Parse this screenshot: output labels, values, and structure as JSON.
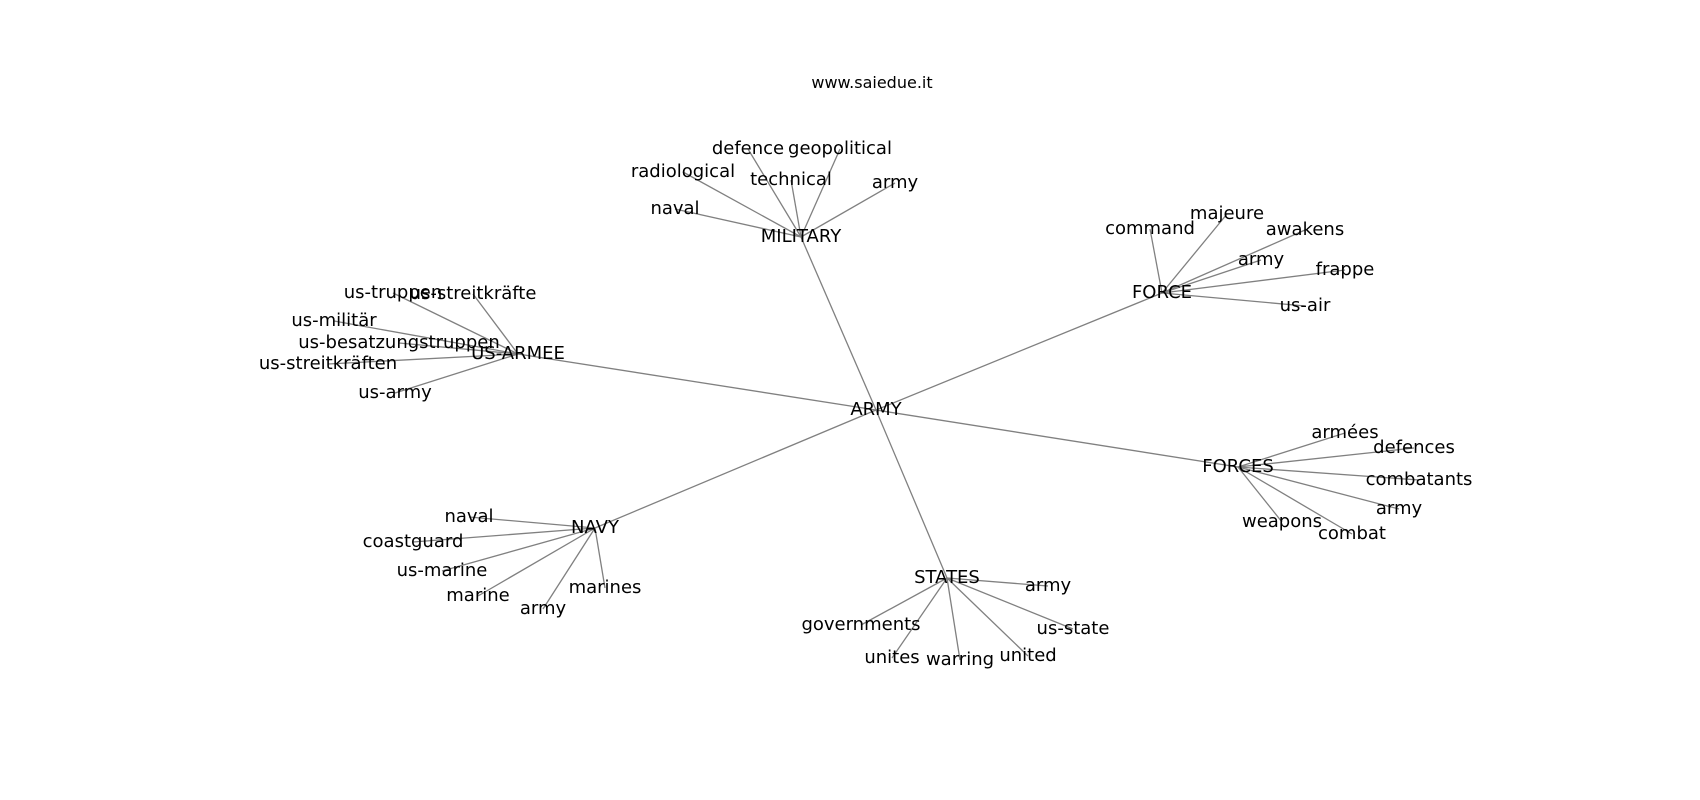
{
  "watermark": "www.saiedue.it",
  "graph": {
    "root": "ARMY",
    "hubs": [
      {
        "id": "military",
        "label": "MILITARY",
        "leaves": [
          "defence",
          "geopolitical",
          "radiological",
          "technical",
          "army",
          "naval"
        ]
      },
      {
        "id": "force",
        "label": "FORCE",
        "leaves": [
          "command",
          "majeure",
          "awakens",
          "army",
          "frappe",
          "us-air"
        ]
      },
      {
        "id": "us-armee",
        "label": "US-ARMEE",
        "leaves": [
          "us-truppen",
          "us-streitkräfte",
          "us-militär",
          "us-besatzungstruppen",
          "us-streitkräften",
          "us-army"
        ]
      },
      {
        "id": "forces",
        "label": "FORCES",
        "leaves": [
          "armées",
          "defences",
          "combatants",
          "army",
          "weapons",
          "combat"
        ]
      },
      {
        "id": "navy",
        "label": "NAVY",
        "leaves": [
          "naval",
          "coastguard",
          "us-marine",
          "marine",
          "army",
          "marines"
        ]
      },
      {
        "id": "states",
        "label": "STATES",
        "leaves": [
          "army",
          "governments",
          "us-state",
          "unites",
          "warring",
          "united"
        ]
      }
    ]
  }
}
